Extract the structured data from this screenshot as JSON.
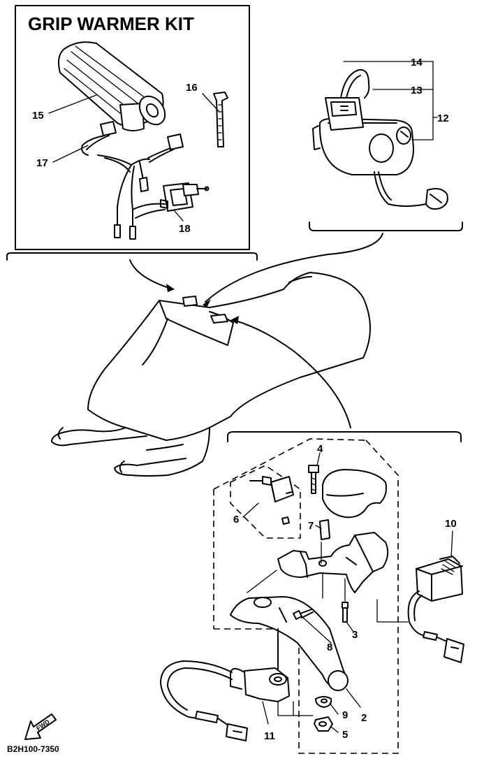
{
  "kit_title": "GRIP WARMER KIT",
  "diagram_code": "B2H100-7350",
  "fwd_label": "FWD",
  "callouts": {
    "c1": "2",
    "c2": "3",
    "c3": "4",
    "c4": "5",
    "c5": "6",
    "c6": "7",
    "c7": "8",
    "c8": "9",
    "c9": "10",
    "c10": "11",
    "c11": "12",
    "c12": "13",
    "c13": "14",
    "c14": "15",
    "c15": "16",
    "c16": "17",
    "c17": "18"
  }
}
